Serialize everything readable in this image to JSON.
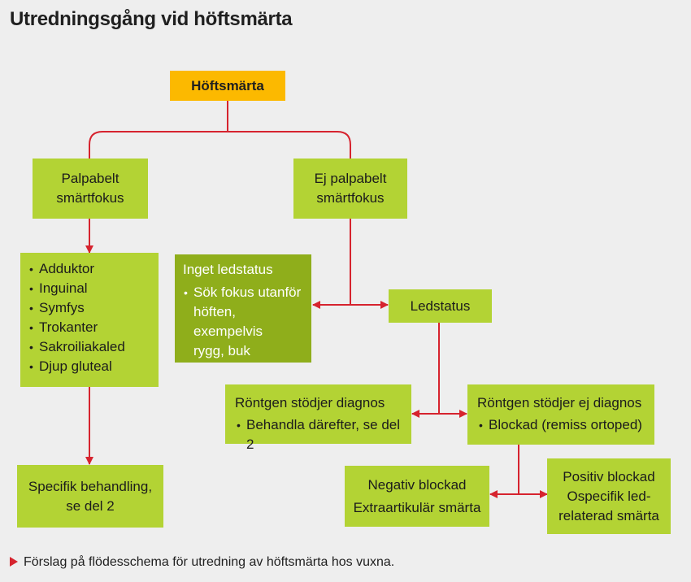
{
  "title": "Utredningsgång vid höftsmärta",
  "nodes": {
    "hoftsmarta": "Höftsmärta",
    "palpabelt": [
      "Palpabelt",
      "smärtfokus"
    ],
    "ej_palpabelt": [
      "Ej palpabelt",
      "smärtfokus"
    ],
    "localizations": [
      "Adduktor",
      "Inguinal",
      "Symfys",
      "Trokanter",
      "Sakroiliakaled",
      "Djup gluteal"
    ],
    "specifik": [
      "Specifik behandling,",
      "se del 2"
    ],
    "inget_ledstatus": {
      "heading": "Inget ledstatus",
      "bullet": [
        "Sök fokus utanför",
        "höften, exempelvis",
        "rygg, buk"
      ]
    },
    "ledstatus": "Ledstatus",
    "rontgen_stodjer": {
      "heading": "Röntgen stödjer diagnos",
      "bullet": "Behandla därefter, se del 2"
    },
    "rontgen_ej": {
      "heading": "Röntgen stödjer ej diagnos",
      "bullet": "Blockad (remiss ortoped)"
    },
    "negativ": [
      "Negativ blockad",
      "Extraartikulär smärta"
    ],
    "positiv": [
      "Positiv blockad",
      "Ospecifik led-",
      "relaterad smärta"
    ]
  },
  "caption": "Förslag på flödesschema för utredning av höftsmärta hos vuxna.",
  "colors": {
    "background": "#eeeeee",
    "root": "#fcb900",
    "light_green": "#b3d334",
    "dark_green": "#8fae1b",
    "connector": "#d6232e"
  }
}
